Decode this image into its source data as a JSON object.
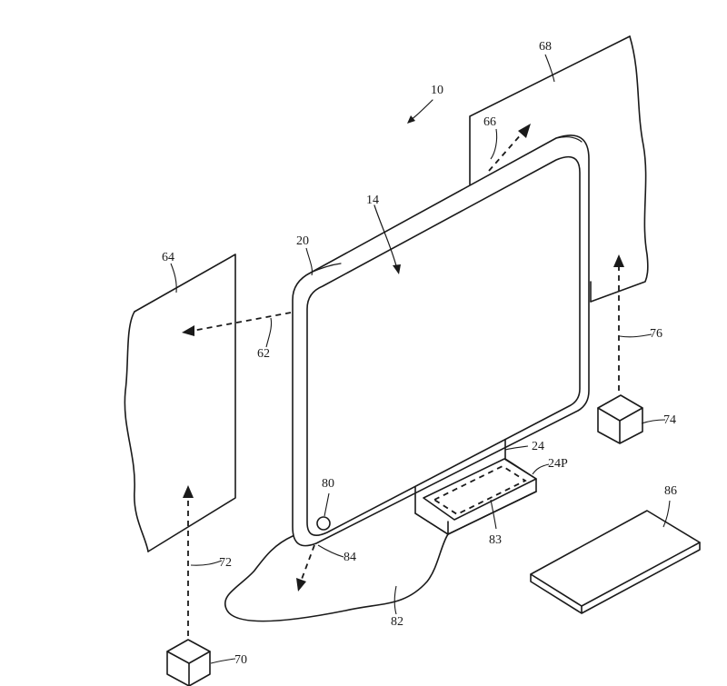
{
  "figure": {
    "ref_labels": {
      "device_assembly": "10",
      "display": "14",
      "housing": "20",
      "stand": "24",
      "stand_pad": "24P",
      "left_wall": "64",
      "rear_wall": "68",
      "left_arrow": "62",
      "rear_arrow": "66",
      "left_projector": "70",
      "left_beam": "72",
      "right_projector": "74",
      "right_beam": "76",
      "camera": "80",
      "floor_region": "82",
      "pad_region": "83",
      "down_arrow": "84",
      "keyboard": "86"
    }
  },
  "colors": {
    "ink": "#1a1a1a",
    "background": "#ffffff"
  }
}
